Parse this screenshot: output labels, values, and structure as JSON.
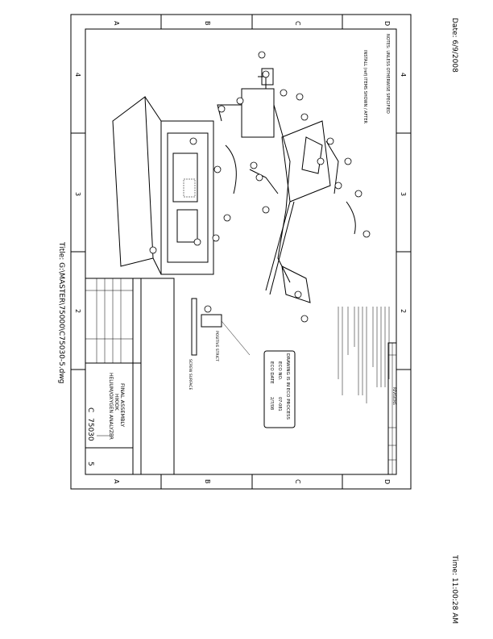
{
  "page": {
    "date": "Date: 6/9/2008",
    "time": "Time: 11:00:28 AM",
    "title": "Title: G:\\MASTER\\75000\\C75030-5.dwg"
  },
  "frame": {
    "columns": [
      "A",
      "B",
      "C",
      "D"
    ],
    "rows": [
      "4",
      "3",
      "2"
    ]
  },
  "drawing": {
    "notes_header": "NOTES: UNLESS OTHERWISE SPECIFIED",
    "top_note": "INSTALL (ref) ITEMS SHOWN / AFTER",
    "eco_box": {
      "line1": "DRAWING IS IN ECO PROCESS",
      "eco_no_label": "ECO NO.",
      "eco_no": "07-081",
      "eco_date_label": "ECO DATE",
      "eco_date": "2/7/08"
    },
    "section_labels": [
      "POSITIVE STRICT",
      "SCREW SURFACE"
    ],
    "revision_header": "REVISIONS"
  },
  "title_block": {
    "title_line1": "FINAL ASSEMBLY",
    "title_line2": "HIKIOK",
    "title_line3": "HELIUM/OXYGEN ANALYZER",
    "size": "C",
    "dwg_no": "75030",
    "rev": "5"
  }
}
